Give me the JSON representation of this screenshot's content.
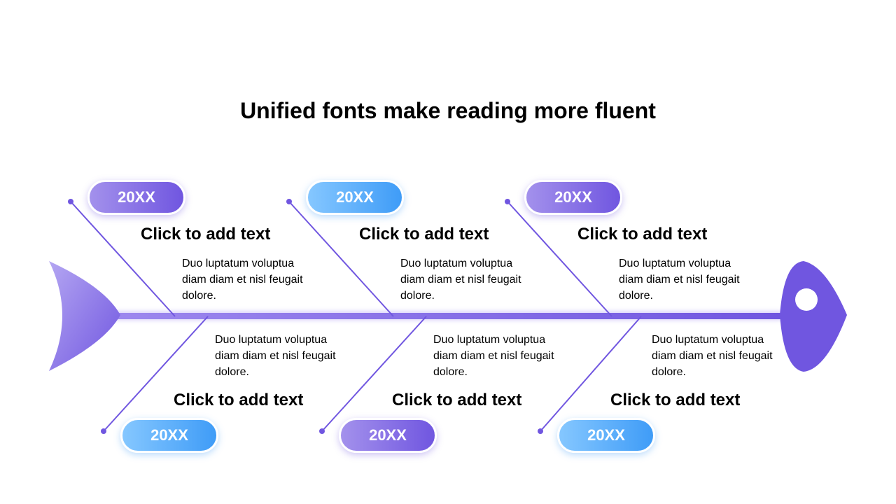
{
  "title": "Unified fonts make reading more fluent",
  "colors": {
    "purple": "#7056e0",
    "purple_light": "#a391ec",
    "blue": "#3f9cf7",
    "blue_light": "#85c7ff",
    "spine": "#8a73ea"
  },
  "top_branches": [
    {
      "year": "20XX",
      "heading": "Click to add text",
      "body": "Duo luptatum voluptua diam diam et nisl feugait dolore.",
      "color": "purple"
    },
    {
      "year": "20XX",
      "heading": "Click to add text",
      "body": "Duo luptatum voluptua diam diam et nisl feugait dolore.",
      "color": "blue"
    },
    {
      "year": "20XX",
      "heading": "Click to add text",
      "body": "Duo luptatum voluptua diam diam et nisl feugait dolore.",
      "color": "purple"
    }
  ],
  "bottom_branches": [
    {
      "year": "20XX",
      "heading": "Click to add text",
      "body": "Duo luptatum voluptua diam diam et nisl feugait dolore.",
      "color": "blue"
    },
    {
      "year": "20XX",
      "heading": "Click to add text",
      "body": "Duo luptatum voluptua diam diam et nisl feugait dolore.",
      "color": "purple"
    },
    {
      "year": "20XX",
      "heading": "Click to add text",
      "body": "Duo luptatum voluptua diam diam et nisl feugait dolore.",
      "color": "blue"
    }
  ]
}
